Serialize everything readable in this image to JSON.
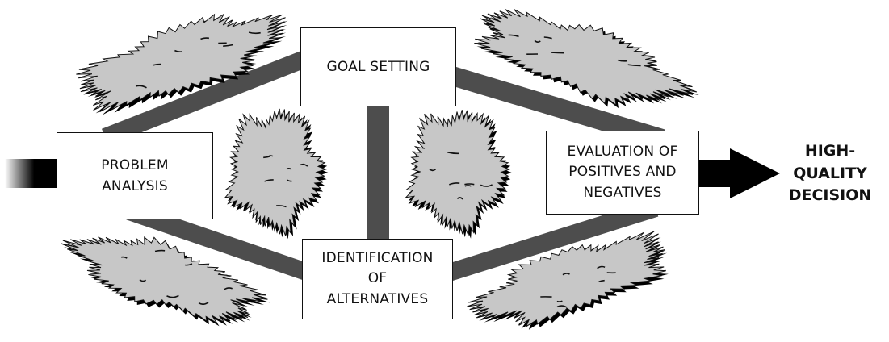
{
  "diagram": {
    "nodes": {
      "goal_setting": "GOAL SETTING",
      "problem_analysis": "PROBLEM\nANALYSIS",
      "evaluation": "EVALUATION OF\nPOSITIVES AND\nNEGATIVES",
      "identification": "IDENTIFICATION\nOF\nALTERNATIVES"
    },
    "result": "HIGH-\nQUALITY\nDECISION"
  },
  "colors": {
    "connector": "#4d4d4d",
    "arrow": "#000000",
    "tree_fill": "#c7c7c7",
    "tree_shadow": "#000000",
    "box_border": "#111111"
  },
  "icons": [
    "tree-canopy-icon"
  ]
}
